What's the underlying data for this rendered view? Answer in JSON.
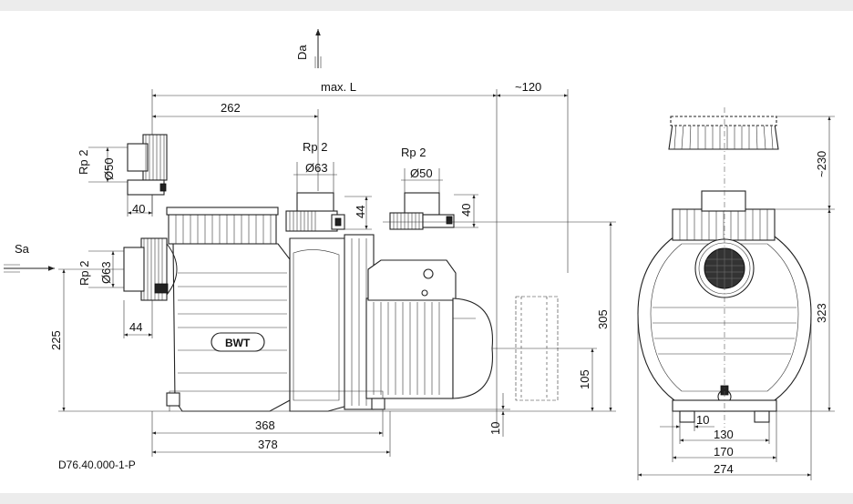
{
  "drawing": {
    "code": "D76.40.000-1-P",
    "brand": "BWT",
    "labels": {
      "discharge": "Da",
      "suction": "Sa"
    },
    "dims": {
      "max_l": "max. L",
      "d262": "262",
      "d120": "~120",
      "rp2_a": "Rp 2",
      "d50_a": "Ø50",
      "d40_a": "40",
      "rp2_b": "Rp 2",
      "d63_b": "Ø63",
      "d44_b": "44",
      "rp2_c": "Rp 2",
      "d50_c": "Ø50",
      "d40_c": "40",
      "rp2_d": "Rp 2",
      "d63_d": "Ø63",
      "d44_d": "44",
      "d225": "225",
      "d305": "305",
      "d105": "105",
      "d10v": "10",
      "d368": "368",
      "d378": "378",
      "d230": "~230",
      "d323": "323",
      "d10h": "10",
      "d130": "130",
      "d170": "170",
      "d274": "274"
    }
  }
}
